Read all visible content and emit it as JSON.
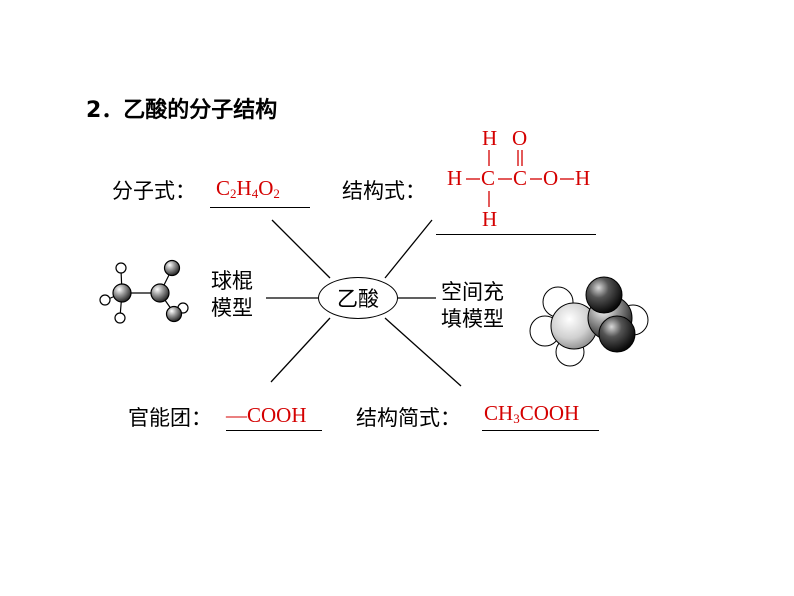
{
  "heading": "2．乙酸的分子结构",
  "center": "乙酸",
  "molecular_formula": {
    "label": "分子式：",
    "parts": [
      "C",
      "2",
      "H",
      "4",
      "O",
      "2"
    ]
  },
  "structural_formula": {
    "label": "结构式：",
    "atoms": {
      "top_h": "H",
      "top_o": "O",
      "left_h": "H",
      "c1": "C",
      "c2": "C",
      "o": "O",
      "right_h": "H",
      "bottom_h": "H"
    }
  },
  "ball_stick": {
    "line1": "球棍",
    "line2": "模型"
  },
  "space_filling": {
    "line1": "空间充",
    "line2": "填模型"
  },
  "functional_group": {
    "label": "官能团：",
    "value": "—COOH"
  },
  "condensed_formula": {
    "label": "结构简式：",
    "parts": [
      "CH",
      "3",
      "COOH"
    ]
  },
  "colors": {
    "accent": "#d40000",
    "text": "#000000"
  }
}
